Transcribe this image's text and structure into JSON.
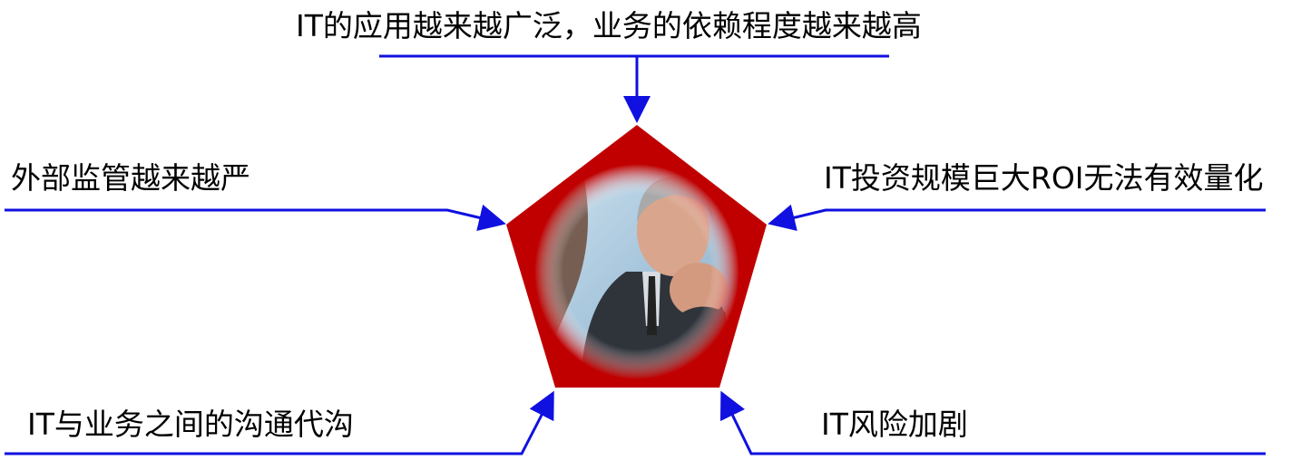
{
  "labels": {
    "top": "IT的应用越来越广泛，业务的依赖程度越来越高",
    "left": "外部监管越来越严",
    "right": "IT投资规模巨大ROI无法有效量化",
    "bottom_left": "IT与业务之间的沟通代沟",
    "bottom_right": "IT风险加剧"
  },
  "colors": {
    "line": "#1010e0",
    "pentagon": "#c00000",
    "text": "#000000"
  },
  "center_image": "photo-of-pensive-businessman"
}
